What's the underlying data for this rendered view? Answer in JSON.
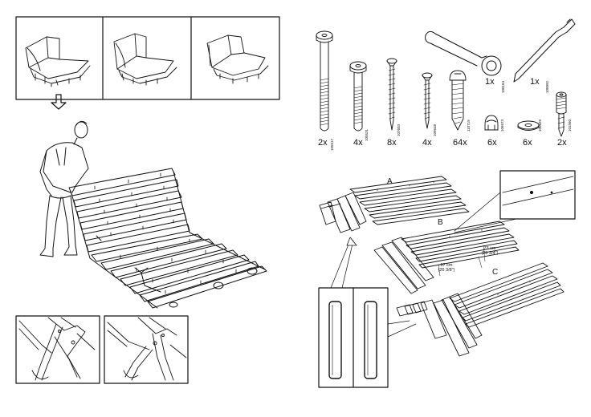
{
  "parts": [
    {
      "name": "long-bolt",
      "qty": "2x",
      "part_no": "105517"
    },
    {
      "name": "medium-bolt",
      "qty": "4x",
      "part_no": "105531"
    },
    {
      "name": "wood-screw",
      "qty": "8x",
      "part_no": "107603"
    },
    {
      "name": "short-screw",
      "qty": "4x",
      "part_no": "109648"
    },
    {
      "name": "dowel-screw",
      "qty": "64x",
      "part_no": "110719"
    },
    {
      "name": "cap-nut",
      "qty": "6x",
      "part_no": "106673"
    },
    {
      "name": "washer",
      "qty": "6x",
      "part_no": "100829"
    },
    {
      "name": "threaded-insert",
      "qty": "2x",
      "part_no": "101560"
    },
    {
      "name": "wrench",
      "qty": "1x",
      "part_no": "108184"
    },
    {
      "name": "allen-key",
      "qty": "1x",
      "part_no": "100092"
    }
  ],
  "slat_groups": {
    "a": "A",
    "b": "B",
    "c": "C"
  },
  "dimensions": {
    "width_cm": "67 cm",
    "width_in": "(26 3/8\")",
    "length_cm": "73 cm",
    "length_in": "(28 3/4\")"
  }
}
